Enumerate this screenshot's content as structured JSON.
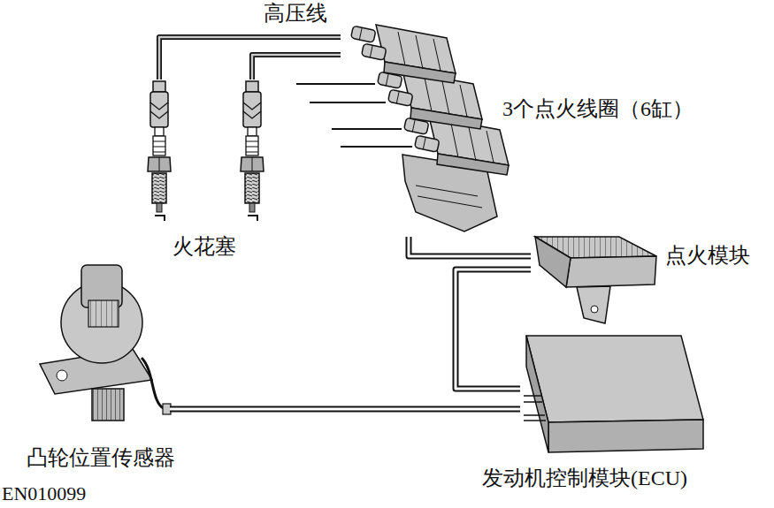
{
  "diagram": {
    "nodes": [
      {
        "text": [
          "火花塞"
        ]
      },
      {
        "text": [
          "3个点火线圈（6缸）"
        ]
      },
      {
        "text": [
          "点火模块"
        ]
      },
      {
        "text": [
          "发动机控制模块(ECU)"
        ]
      },
      {
        "text": [
          "凸轮位置传感器"
        ]
      }
    ],
    "edges": [
      {
        "from": 1,
        "to": 0,
        "arrow": "none",
        "label": "高压线"
      },
      {
        "from": 1,
        "to": 0,
        "arrow": "none"
      },
      {
        "from": 1,
        "to": 2,
        "arrow": "none"
      },
      {
        "from": 2,
        "to": 3,
        "arrow": "none"
      },
      {
        "from": 4,
        "to": 3,
        "arrow": "none"
      }
    ],
    "labels": [
      "EN010099"
    ]
  }
}
